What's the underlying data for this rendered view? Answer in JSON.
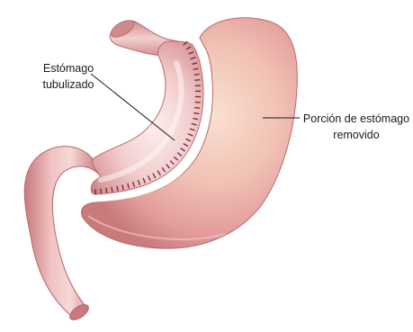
{
  "labels": {
    "sleeve": {
      "line1": "Estómago",
      "line2": "tubulizado"
    },
    "removed": {
      "line1": "Porción de estómago",
      "line2": "removido"
    }
  },
  "colors": {
    "tissue_light": "#f6dcd8",
    "tissue_mid": "#e7a9a6",
    "tissue_dark": "#c97a7a",
    "tissue_deep": "#b8666b",
    "removed_center": "#f8d8c8",
    "sleeve_center": "#fbeaea",
    "staple": "#6a2a35",
    "text": "#1a1a1a"
  },
  "parts": {
    "sleeve_stomach": "sleeve",
    "removed_portion": "removed",
    "duodenum": "duodenum",
    "esophagus": "esophagus"
  }
}
